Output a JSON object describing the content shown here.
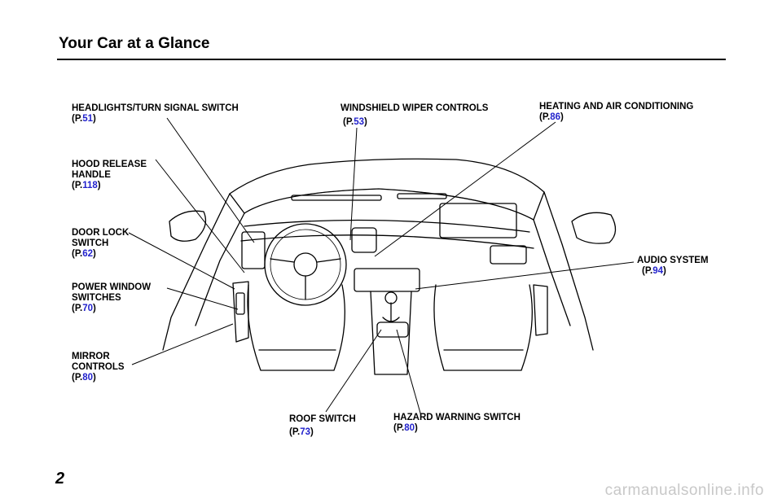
{
  "page": {
    "title": "Your Car at a Glance",
    "page_number": "2",
    "watermark": "carmanualsonline.info"
  },
  "callouts": [
    {
      "id": "headlights",
      "lines": [
        "HEADLIGHTS/TURN  SIGNAL  SWITCH"
      ],
      "page": "51"
    },
    {
      "id": "wiper",
      "lines": [
        "WINDSHIELD  WIPER  CONTROLS"
      ],
      "page": "53"
    },
    {
      "id": "heating",
      "lines": [
        "HEATING  AND  AIR  CONDITIONING"
      ],
      "page": "86"
    },
    {
      "id": "hood",
      "lines": [
        "HOOD RELEASE",
        "HANDLE"
      ],
      "page": "118"
    },
    {
      "id": "doorlock",
      "lines": [
        "DOOR LOCK",
        "SWITCH"
      ],
      "page": "62"
    },
    {
      "id": "audio",
      "lines": [
        "AUDIO  SYSTEM"
      ],
      "page": "94"
    },
    {
      "id": "powerwindow",
      "lines": [
        "POWER  WINDOW",
        "SWITCHES"
      ],
      "page": "70"
    },
    {
      "id": "mirror",
      "lines": [
        "MIRROR",
        "CONTROLS"
      ],
      "page": "80"
    },
    {
      "id": "roof",
      "lines": [
        "ROOF  SWITCH"
      ],
      "page": "73"
    },
    {
      "id": "hazard",
      "lines": [
        "HAZARD  WARNING  SWITCH"
      ],
      "page": "80"
    }
  ]
}
